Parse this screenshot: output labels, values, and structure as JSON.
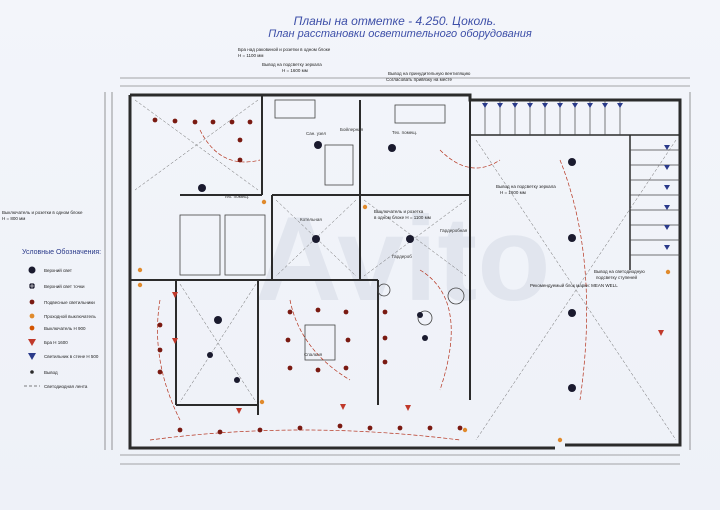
{
  "title": {
    "line1": "Планы на отметке - 4.250. Цоколь.",
    "line2": "План расстановки осветительного оборудования"
  },
  "watermark": "Avito",
  "notes": {
    "n1": "Бра над раковиной и розетки в одном блоке",
    "n1b": "H = 1100 мм",
    "n2": "Вывод на подсветку зеркала",
    "n2b": "H = 1600 мм",
    "n3": "Вывод на принудительную вентиляцию",
    "n3b": "Согласовать привязку на месте",
    "n4": "Вывод на подсветку зеркала",
    "n4b": "H = 1600 мм",
    "n5": "Выключатель и розетки в одном блоке",
    "n5b": "H = 800 мм",
    "n6": "Выключатель и розетка",
    "n6b": "в одном блоке H = 1100 мм",
    "n7": "Вывод на светодиодную",
    "n7b": "подсветку ступеней",
    "n8": "Рекомендуемый блок марки: MEAN WELL"
  },
  "legend": {
    "title": "Условные Обозначения:",
    "items": [
      {
        "label": "Верхний свет",
        "icon": "ceiling-light-icon"
      },
      {
        "label": "Верхний свет точки",
        "icon": "spot-ceiling-light-icon"
      },
      {
        "label": "Подвесные светильники",
        "icon": "pendant-light-icon"
      },
      {
        "label": "Проходной выключатель",
        "icon": "pass-switch-icon"
      },
      {
        "label": "Выключатель H 900",
        "icon": "switch-icon"
      },
      {
        "label": "Бра H 1600",
        "icon": "sconce-icon"
      },
      {
        "label": "Светильник в стене H 500",
        "icon": "wall-light-icon"
      },
      {
        "label": "Вывод",
        "icon": "outlet-icon"
      },
      {
        "label": "Светодиодная лента",
        "icon": "led-strip-icon"
      }
    ]
  },
  "rooms": {
    "r1": "Тех. помещ.",
    "r2": "Сан. узел",
    "r3": "Котельная",
    "r4": "Гардероб",
    "r5": "Бойлерная",
    "r6": "Тех. помещ.",
    "r7": "Спальня",
    "r8": "Гардеробная"
  },
  "colors": {
    "wall": "#2b2b2b",
    "light": "#1a1a2e",
    "pendant": "#7a1a12",
    "wire": "#b5321c",
    "title": "#3d4fa8",
    "watermark": "#d5dbe6"
  }
}
